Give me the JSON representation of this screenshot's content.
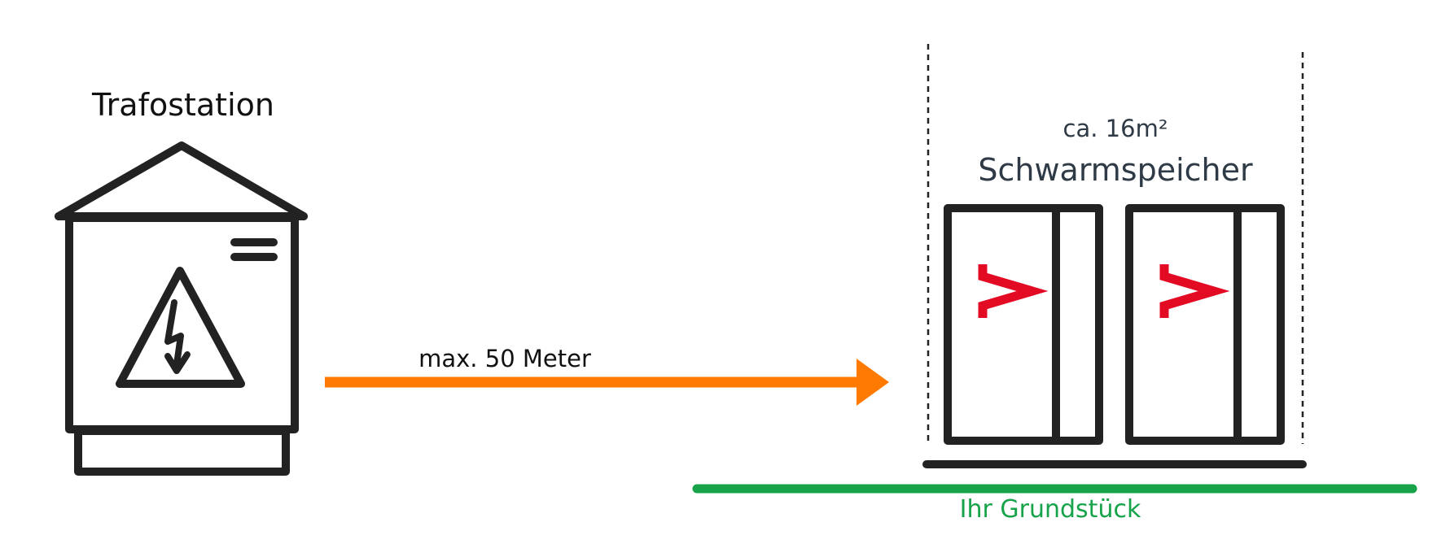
{
  "transformer": {
    "label": "Trafostation",
    "icons": [
      "house-roof-icon",
      "menu-lines-icon",
      "high-voltage-warning-icon"
    ]
  },
  "connection": {
    "label": "max. 50 Meter",
    "icon": "arrow-right-icon"
  },
  "storage": {
    "area_label": "ca. 16m²",
    "label": "Schwarmspeicher",
    "unit_count": 2,
    "unit_logo": "v-logo-icon"
  },
  "property": {
    "label": "Ihr Grundstück"
  },
  "colors": {
    "outline": "#222222",
    "arrow": "#ff7a00",
    "logo": "#e30a24",
    "property_line": "#16a34a",
    "storage_text": "#2e3a45"
  }
}
